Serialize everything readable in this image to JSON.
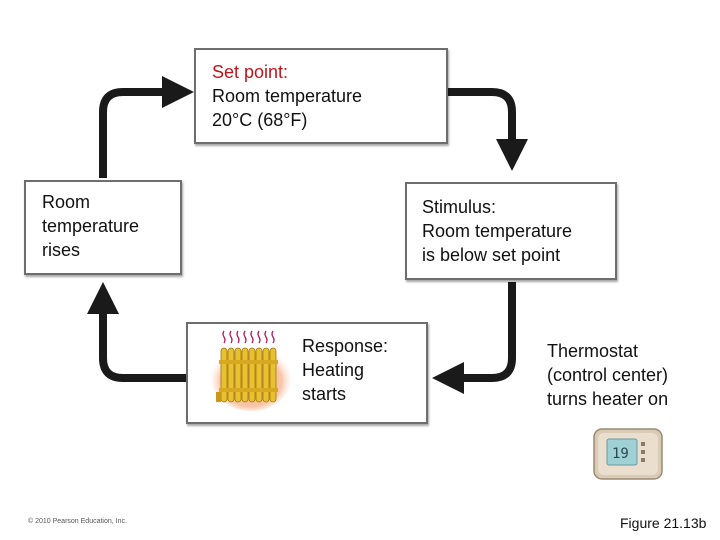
{
  "setpoint": {
    "label": "Set point:",
    "line1": "Room temperature",
    "line2": "20°C (68°F)"
  },
  "stimulus": {
    "line1": "Stimulus:",
    "line2": "Room temperature",
    "line3": "is below set point"
  },
  "control": {
    "line1": "Thermostat",
    "line2": "(control center)",
    "line3": "turns heater on",
    "display_value": "19"
  },
  "response": {
    "line1": "Response:",
    "line2": "Heating",
    "line3": "starts"
  },
  "effect": {
    "line1": "Room",
    "line2": "temperature",
    "line3": "rises"
  },
  "footer": {
    "copyright": "© 2010 Pearson Education, Inc.",
    "figure": "Figure 21.13b"
  },
  "colors": {
    "arrow": "#1a1a1a",
    "label_accent": "#c0141c",
    "box_border": "#6e6e6e",
    "radiator": "#e8c030",
    "glow": "#f2a060"
  },
  "icons": [
    "radiator-icon",
    "thermostat-icon"
  ]
}
